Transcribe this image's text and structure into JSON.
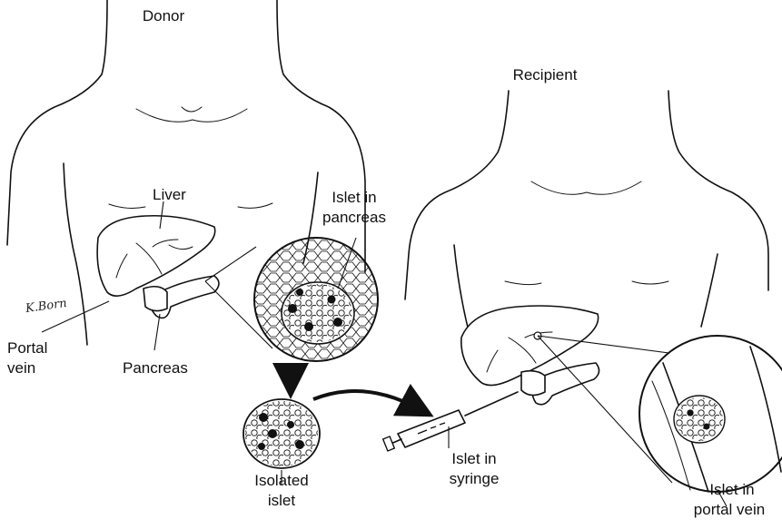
{
  "labels": {
    "donor": "Donor",
    "recipient": "Recipient",
    "liver": "Liver",
    "islet_in_pancreas_line1": "Islet in",
    "islet_in_pancreas_line2": "pancreas",
    "portal_vein_line1": "Portal",
    "portal_vein_line2": "vein",
    "pancreas": "Pancreas",
    "isolated_islet_line1": "Isolated",
    "isolated_islet_line2": "islet",
    "islet_in_syringe_line1": "Islet in",
    "islet_in_syringe_line2": "syringe",
    "islet_in_portal_vein_line1": "Islet in",
    "islet_in_portal_vein_line2": "portal vein"
  },
  "signature": "K.Born"
}
